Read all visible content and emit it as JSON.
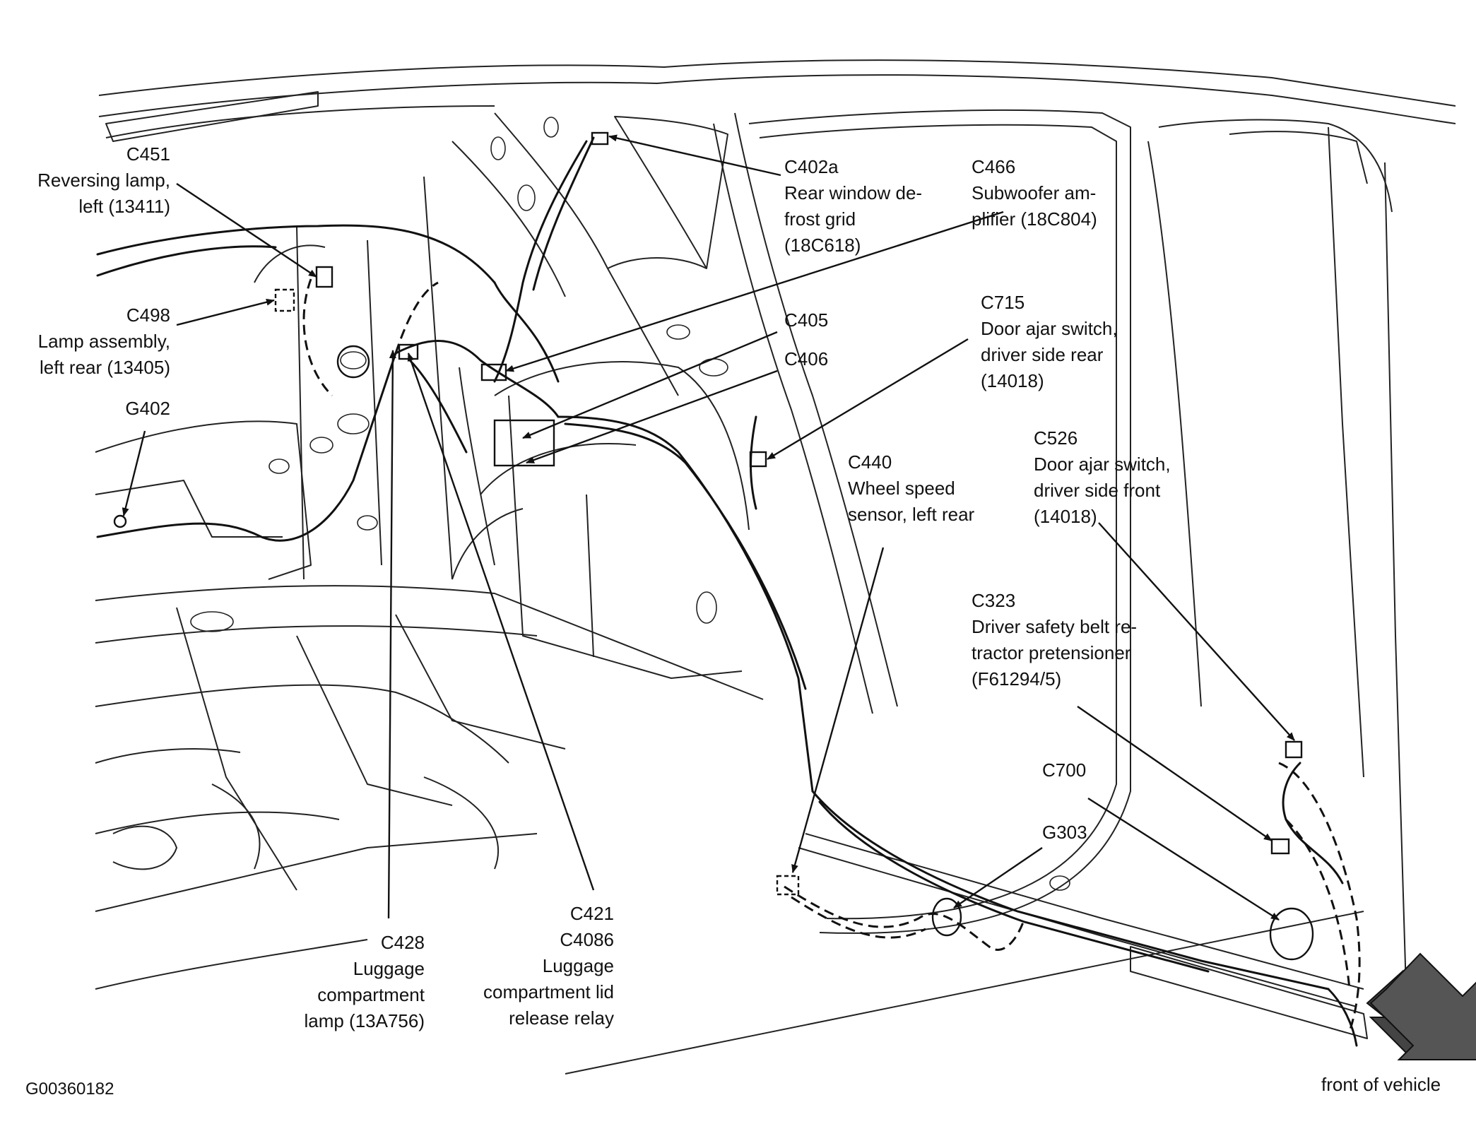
{
  "figure_id": "G00360182",
  "direction_label": "front of vehicle",
  "callouts": [
    {
      "id": "c451",
      "code": "C451",
      "lines": [
        "Reversing lamp,",
        "left (13411)"
      ]
    },
    {
      "id": "c498",
      "code": "C498",
      "lines": [
        "Lamp assembly,",
        "left rear (13405)"
      ]
    },
    {
      "id": "g402",
      "code": "G402",
      "lines": []
    },
    {
      "id": "c402a",
      "code": "C402a",
      "lines": [
        "Rear window de-",
        "frost grid",
        "(18C618)"
      ]
    },
    {
      "id": "c466",
      "code": "C466",
      "lines": [
        "Subwoofer am-",
        "plifier (18C804)"
      ]
    },
    {
      "id": "c405",
      "code": "C405",
      "lines": []
    },
    {
      "id": "c406",
      "code": "C406",
      "lines": []
    },
    {
      "id": "c715",
      "code": "C715",
      "lines": [
        "Door ajar switch,",
        "driver side rear",
        "(14018)"
      ]
    },
    {
      "id": "c440",
      "code": "C440",
      "lines": [
        "Wheel speed",
        "sensor, left rear"
      ]
    },
    {
      "id": "c526",
      "code": "C526",
      "lines": [
        "Door ajar switch,",
        "driver side front",
        "(14018)"
      ]
    },
    {
      "id": "c323",
      "code": "C323",
      "lines": [
        "Driver safety belt re-",
        "tractor pretensioner",
        "(F61294/5)"
      ]
    },
    {
      "id": "c700",
      "code": "C700",
      "lines": []
    },
    {
      "id": "g303",
      "code": "G303",
      "lines": []
    },
    {
      "id": "c428",
      "code": "C428",
      "lines": [
        "Luggage",
        "compartment",
        "lamp (13A756)"
      ]
    },
    {
      "id": "c421",
      "code": "C421",
      "lines": [
        "C4086",
        "Luggage",
        "compartment lid",
        "release relay"
      ]
    }
  ]
}
